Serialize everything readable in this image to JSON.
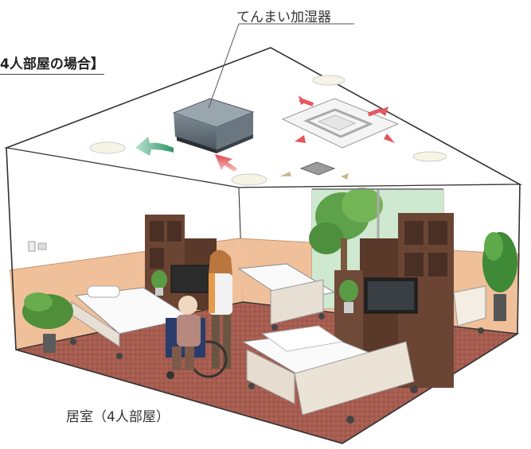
{
  "title": "4人部屋の場合】",
  "humidifier_label": "てんまい加湿器",
  "room_label": "居室（4人部屋）",
  "colors": {
    "ceiling": "#ffffff",
    "floor": "#a25a4e",
    "wall_lower": "#f1c295",
    "shelf": "#6b4534",
    "arrow_green": "#3ea07a",
    "arrow_red": "#e2555b",
    "window_sky": "#c9e7c6",
    "tree": "#4f9a3c"
  },
  "icons": [
    "humidifier-icon",
    "ceiling-ac-icon",
    "ceiling-light-icon",
    "vent-icon",
    "bed-icon",
    "wheelchair-icon",
    "tv-icon",
    "plant-icon",
    "shelf-icon",
    "window-icon"
  ]
}
